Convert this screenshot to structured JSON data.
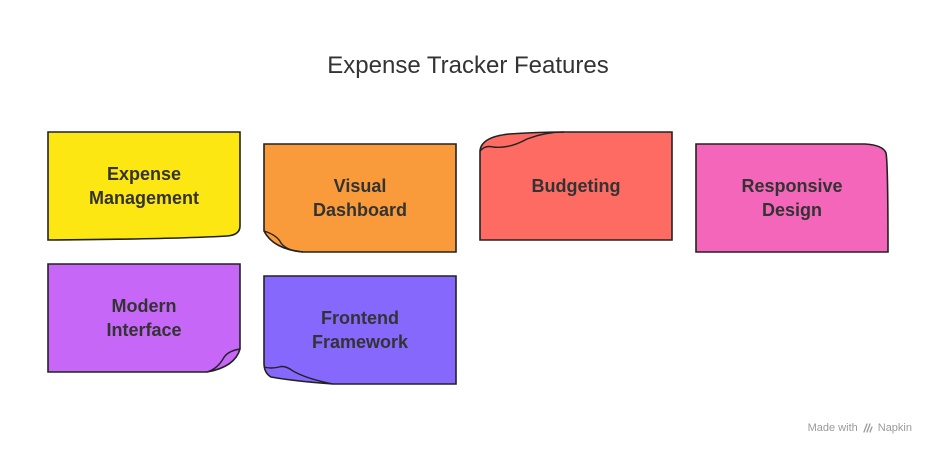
{
  "title": "Expense Tracker Features",
  "features": [
    {
      "label": "Expense\nManagement",
      "color": "#fce712"
    },
    {
      "label": "Visual\nDashboard",
      "color": "#f99b3a"
    },
    {
      "label": "Budgeting",
      "color": "#fe6b62"
    },
    {
      "label": "Responsive\nDesign",
      "color": "#f466b9"
    },
    {
      "label": "Modern\nInterface",
      "color": "#c767f8"
    },
    {
      "label": "Frontend\nFramework",
      "color": "#8668fc"
    }
  ],
  "footer": {
    "prefix": "Made with",
    "brand": "Napkin",
    "icon": "napkin-logo-icon"
  }
}
